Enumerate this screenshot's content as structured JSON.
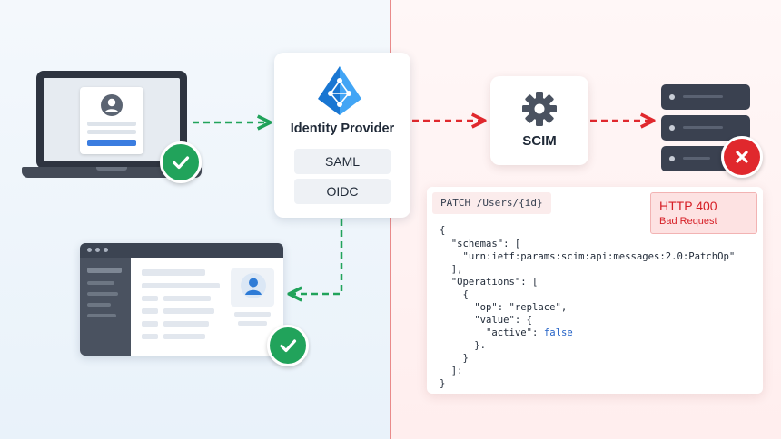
{
  "idp": {
    "title": "Identity Provider",
    "protocols": [
      "SAML",
      "OIDC"
    ]
  },
  "scim": {
    "label": "SCIM"
  },
  "request": {
    "method_path": "PATCH /Users/{id}",
    "status_code": "HTTP 400",
    "status_text": "Bad Request"
  },
  "code": {
    "l1": "{",
    "l2": "  \"schemas\": [",
    "l3": "    \"urn:ietf:params:scim:api:messages:2.0:PatchOp\"",
    "l4": "  ],",
    "l5": "  \"Operations\": [",
    "l6": "    {",
    "l7": "      \"op\": \"replace\",",
    "l8": "      \"value\": {",
    "l9_key": "        \"active\": ",
    "l9_val": "false",
    "l10": "      }.",
    "l11": "    }",
    "l12": "  ]:",
    "l13": "}"
  },
  "colors": {
    "success": "#21a35b",
    "error": "#e0282d",
    "idp_logo": "#1e88e5",
    "http_error_text": "#d61f26"
  },
  "icons": {
    "idp_logo": "azure-ad-pyramid-icon",
    "scim": "gear-icon",
    "success": "check-icon",
    "failure": "close-icon"
  }
}
